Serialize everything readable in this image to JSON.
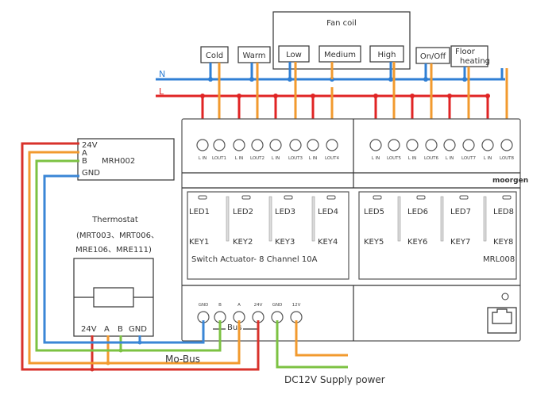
{
  "loads": {
    "cold": "Cold",
    "warm": "Warm",
    "fan_coil": "Fan coil",
    "low": "Low",
    "medium": "Medium",
    "high": "High",
    "on_off": "On/Off",
    "floor": "Floor",
    "heating": "heating"
  },
  "lines": {
    "n": "N",
    "l": "L"
  },
  "terminals_top": [
    "L IN",
    "LOUT1",
    "L IN",
    "LOUT2",
    "L IN",
    "LOUT3",
    "L IN",
    "LOUT4",
    "L IN",
    "LOUT5",
    "L IN",
    "LOUT6",
    "L IN",
    "LOUT7",
    "L IN",
    "LOUT8"
  ],
  "brand": "moorgen",
  "leds": [
    "LED1",
    "LED2",
    "LED3",
    "LED4",
    "LED5",
    "LED6",
    "LED7",
    "LED8"
  ],
  "keys": [
    "KEY1",
    "KEY2",
    "KEY3",
    "KEY4",
    "KEY5",
    "KEY6",
    "KEY7",
    "KEY8"
  ],
  "actuator_label": "Switch Actuator- 8 Channel 10A",
  "model": "MRL008",
  "gateway": {
    "v24": "24V",
    "a": "A",
    "b": "B",
    "gnd": "GND",
    "model": "MRH002"
  },
  "thermostat": {
    "title": "Thermostat",
    "models_line1": "(MRT003、MRT006、",
    "models_line2": "MRE106、MRE111)",
    "v24": "24V",
    "a": "A",
    "b": "B",
    "gnd": "GND"
  },
  "bus_terminals": [
    "GND",
    "B",
    "A",
    "24V",
    "GND",
    "12V"
  ],
  "bus_label": "Bus",
  "mo_bus": "Mo-Bus",
  "supply": "DC12V Supply power"
}
